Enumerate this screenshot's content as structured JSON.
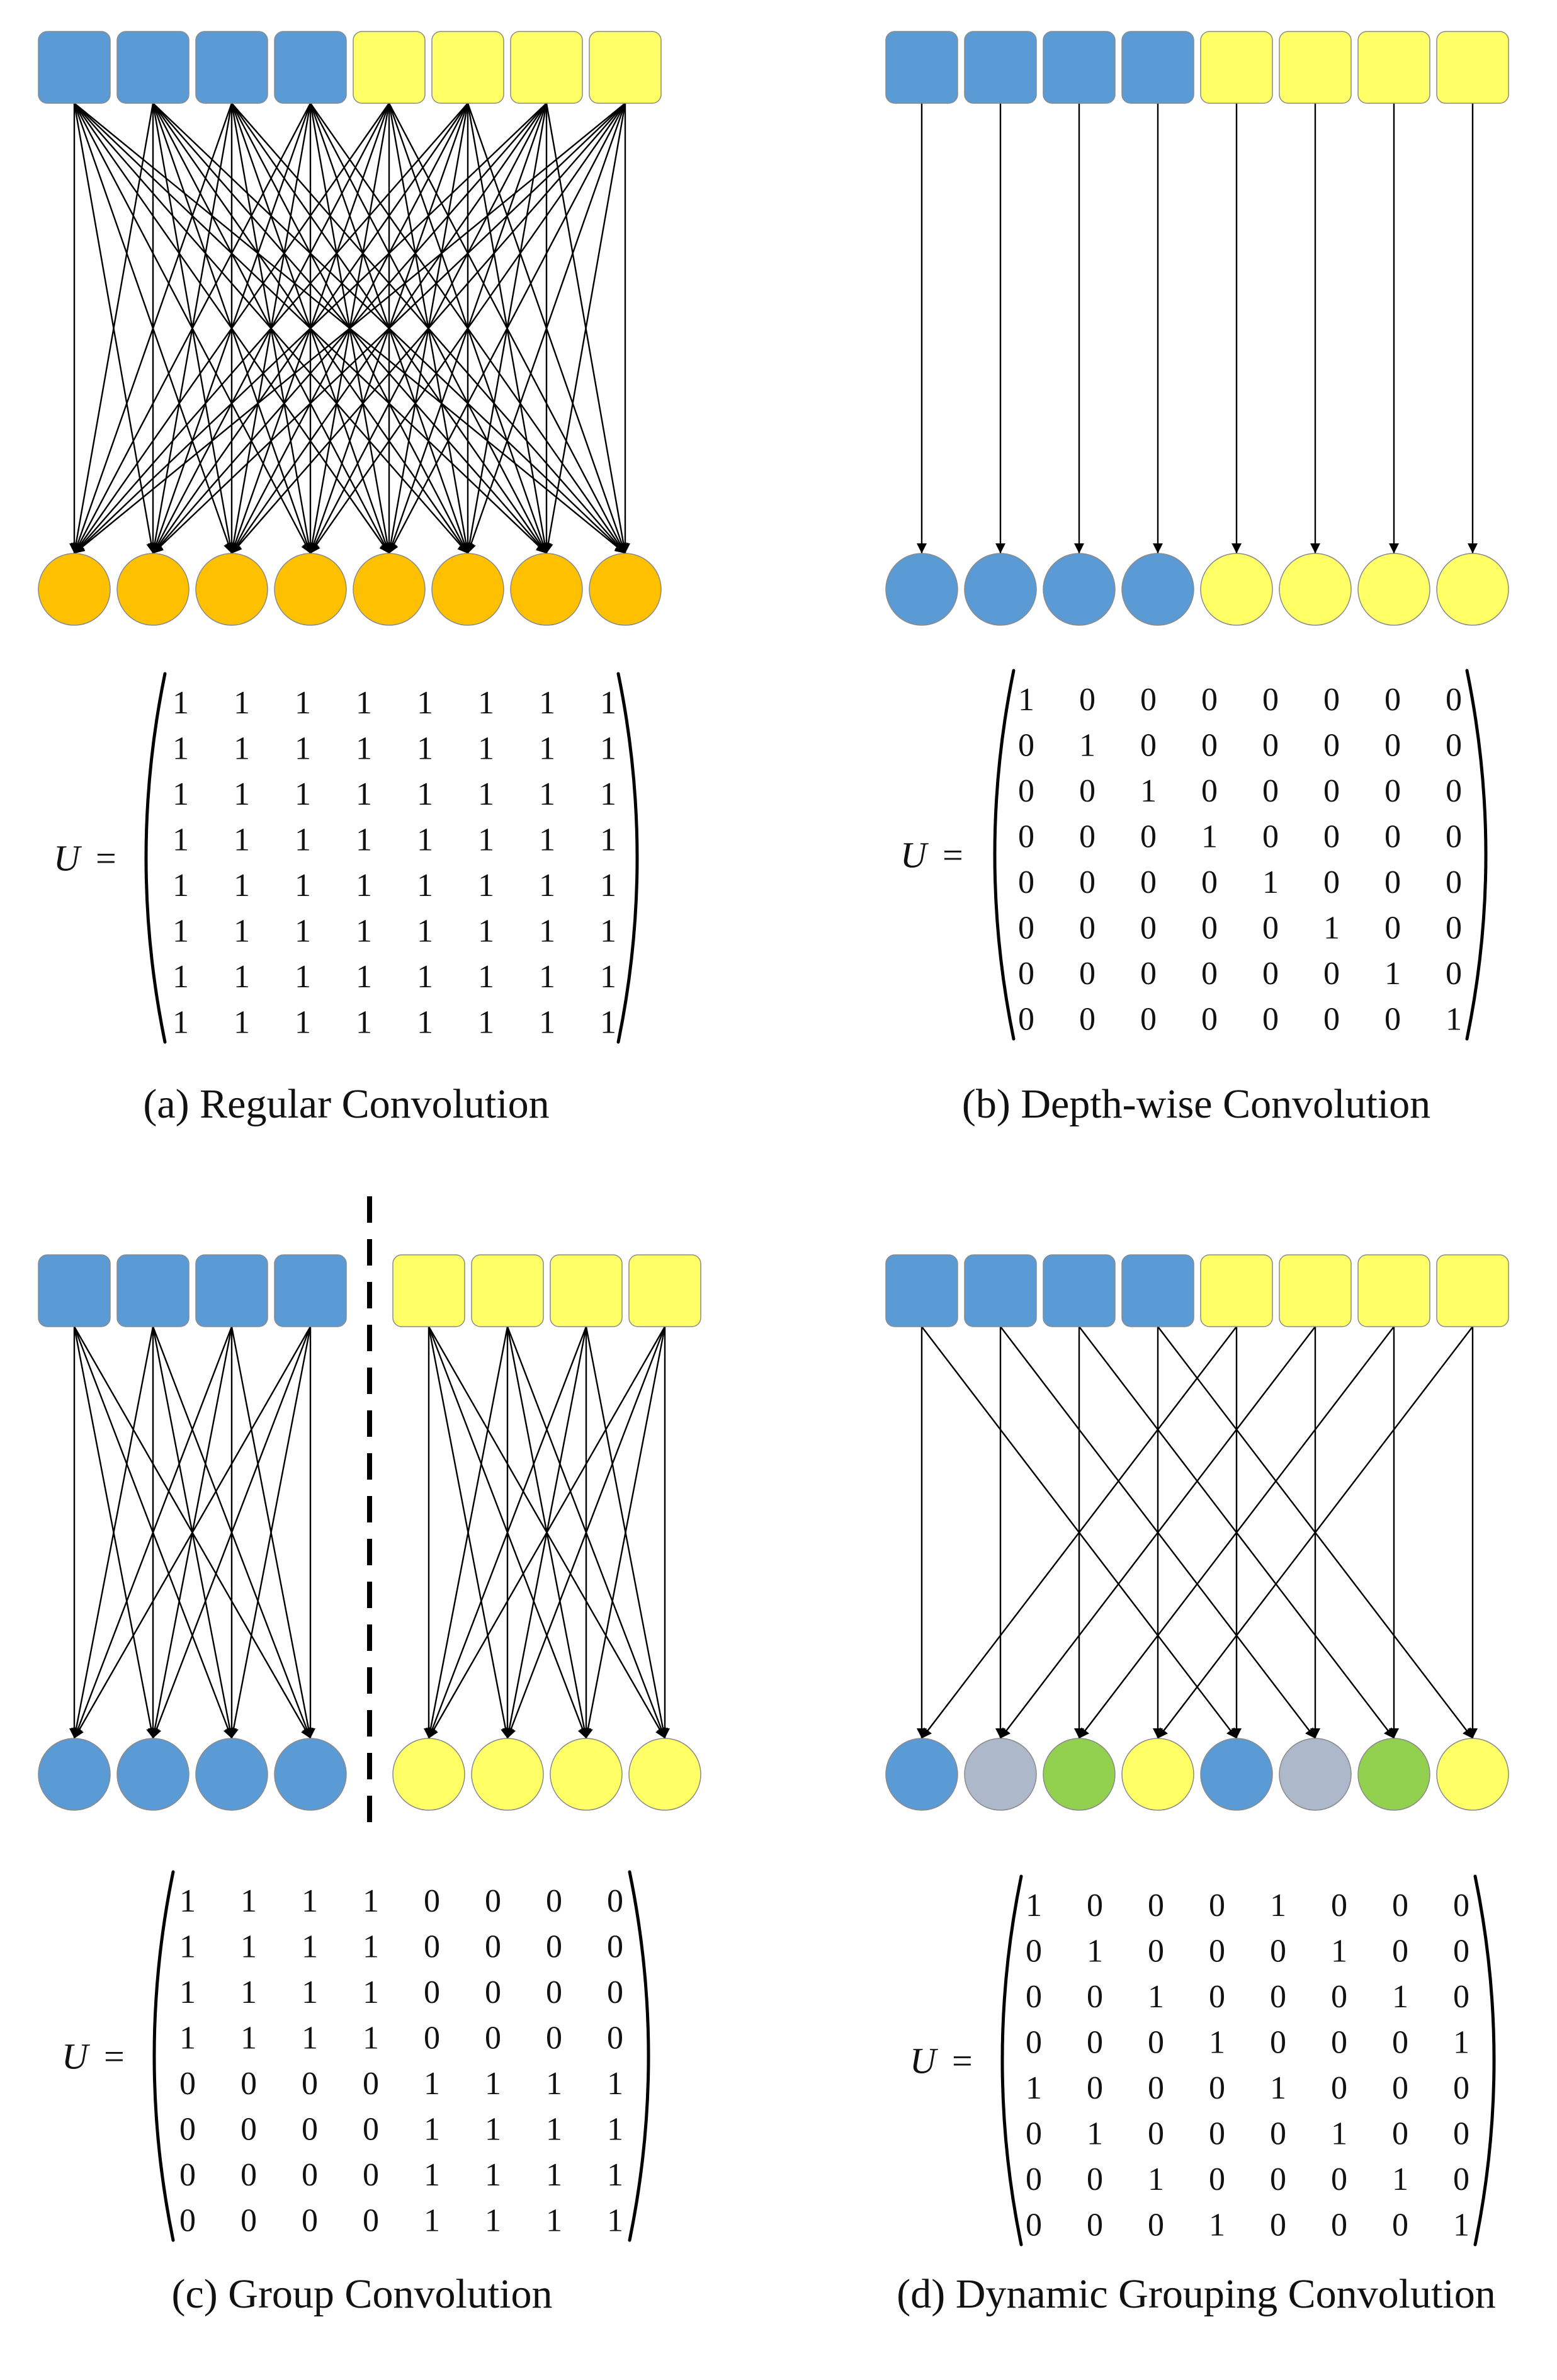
{
  "panels": [
    {
      "id": "a",
      "caption": "(a) Regular Convolution",
      "matrix_label": "U",
      "equals": "=",
      "input_colors": [
        "#5b9bd5",
        "#5b9bd5",
        "#5b9bd5",
        "#5b9bd5",
        "#ffff66",
        "#ffff66",
        "#ffff66",
        "#ffff66"
      ],
      "output_colors": [
        "#ffc000",
        "#ffc000",
        "#ffc000",
        "#ffc000",
        "#ffc000",
        "#ffc000",
        "#ffc000",
        "#ffc000"
      ],
      "matrix": [
        [
          1,
          1,
          1,
          1,
          1,
          1,
          1,
          1
        ],
        [
          1,
          1,
          1,
          1,
          1,
          1,
          1,
          1
        ],
        [
          1,
          1,
          1,
          1,
          1,
          1,
          1,
          1
        ],
        [
          1,
          1,
          1,
          1,
          1,
          1,
          1,
          1
        ],
        [
          1,
          1,
          1,
          1,
          1,
          1,
          1,
          1
        ],
        [
          1,
          1,
          1,
          1,
          1,
          1,
          1,
          1
        ],
        [
          1,
          1,
          1,
          1,
          1,
          1,
          1,
          1
        ],
        [
          1,
          1,
          1,
          1,
          1,
          1,
          1,
          1
        ]
      ]
    },
    {
      "id": "b",
      "caption": "(b) Depth-wise Convolution",
      "matrix_label": "U",
      "equals": "=",
      "input_colors": [
        "#5b9bd5",
        "#5b9bd5",
        "#5b9bd5",
        "#5b9bd5",
        "#ffff66",
        "#ffff66",
        "#ffff66",
        "#ffff66"
      ],
      "output_colors": [
        "#5b9bd5",
        "#5b9bd5",
        "#5b9bd5",
        "#5b9bd5",
        "#ffff66",
        "#ffff66",
        "#ffff66",
        "#ffff66"
      ],
      "matrix": [
        [
          1,
          0,
          0,
          0,
          0,
          0,
          0,
          0
        ],
        [
          0,
          1,
          0,
          0,
          0,
          0,
          0,
          0
        ],
        [
          0,
          0,
          1,
          0,
          0,
          0,
          0,
          0
        ],
        [
          0,
          0,
          0,
          1,
          0,
          0,
          0,
          0
        ],
        [
          0,
          0,
          0,
          0,
          1,
          0,
          0,
          0
        ],
        [
          0,
          0,
          0,
          0,
          0,
          1,
          0,
          0
        ],
        [
          0,
          0,
          0,
          0,
          0,
          0,
          1,
          0
        ],
        [
          0,
          0,
          0,
          0,
          0,
          0,
          0,
          1
        ]
      ]
    },
    {
      "id": "c",
      "caption": "(c) Group Convolution",
      "matrix_label": "U",
      "equals": "=",
      "group_divider": true,
      "input_colors": [
        "#5b9bd5",
        "#5b9bd5",
        "#5b9bd5",
        "#5b9bd5",
        "#ffff66",
        "#ffff66",
        "#ffff66",
        "#ffff66"
      ],
      "output_colors": [
        "#5b9bd5",
        "#5b9bd5",
        "#5b9bd5",
        "#5b9bd5",
        "#ffff66",
        "#ffff66",
        "#ffff66",
        "#ffff66"
      ],
      "matrix": [
        [
          1,
          1,
          1,
          1,
          0,
          0,
          0,
          0
        ],
        [
          1,
          1,
          1,
          1,
          0,
          0,
          0,
          0
        ],
        [
          1,
          1,
          1,
          1,
          0,
          0,
          0,
          0
        ],
        [
          1,
          1,
          1,
          1,
          0,
          0,
          0,
          0
        ],
        [
          0,
          0,
          0,
          0,
          1,
          1,
          1,
          1
        ],
        [
          0,
          0,
          0,
          0,
          1,
          1,
          1,
          1
        ],
        [
          0,
          0,
          0,
          0,
          1,
          1,
          1,
          1
        ],
        [
          0,
          0,
          0,
          0,
          1,
          1,
          1,
          1
        ]
      ]
    },
    {
      "id": "d",
      "caption": "(d) Dynamic Grouping Convolution",
      "matrix_label": "U",
      "equals": "=",
      "input_colors": [
        "#5b9bd5",
        "#5b9bd5",
        "#5b9bd5",
        "#5b9bd5",
        "#ffff66",
        "#ffff66",
        "#ffff66",
        "#ffff66"
      ],
      "output_colors": [
        "#5b9bd5",
        "#adb9ca",
        "#92d050",
        "#ffff66",
        "#5b9bd5",
        "#adb9ca",
        "#92d050",
        "#ffff66"
      ],
      "matrix": [
        [
          1,
          0,
          0,
          0,
          1,
          0,
          0,
          0
        ],
        [
          0,
          1,
          0,
          0,
          0,
          1,
          0,
          0
        ],
        [
          0,
          0,
          1,
          0,
          0,
          0,
          1,
          0
        ],
        [
          0,
          0,
          0,
          1,
          0,
          0,
          0,
          1
        ],
        [
          1,
          0,
          0,
          0,
          1,
          0,
          0,
          0
        ],
        [
          0,
          1,
          0,
          0,
          0,
          1,
          0,
          0
        ],
        [
          0,
          0,
          1,
          0,
          0,
          0,
          1,
          0
        ],
        [
          0,
          0,
          0,
          1,
          0,
          0,
          0,
          1
        ]
      ]
    }
  ]
}
